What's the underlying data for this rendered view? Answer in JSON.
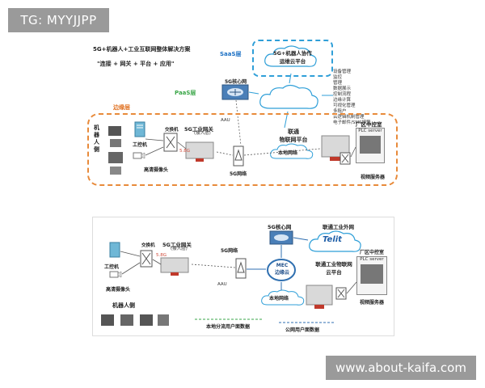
{
  "watermarks": {
    "top": "TG: MYYJJPP",
    "bottom": "www.about-kaifa.com"
  },
  "diagram1": {
    "title": "5G+机器人+工业互联网整体解决方案",
    "subtitle": "\"连接 + 网关 + 平台 + 应用\"",
    "saas_label": "SaaS层",
    "paas_label": "PaaS层",
    "edge_label": "边缘层",
    "saas_platform": "5G+机器人协作\n运维云平台",
    "core_network": "5G核心网",
    "features": [
      "设备管理",
      "监控",
      "管理",
      "数据展示",
      "控制流程",
      "边缘计算",
      "可视化管理",
      "多租户",
      "云逻辑机制管理",
      "电子邮件/SMS报警"
    ],
    "robot_side": "机器人侧",
    "ipc": "工控机",
    "switch": "交换机",
    "gateway": "5G工业网关",
    "gateway_sub": "(接入层)",
    "camera": "高清摄像头",
    "aau": "AAU",
    "5g_network": "5G网络",
    "iot_platform": "联通\n物联网平台",
    "local_network": "本地网络",
    "plant_control": "厂区中控室",
    "plc_server": "PLC server",
    "video_server": "视频服务器",
    "link_label": "5.8G"
  },
  "diagram2": {
    "core_network": "5G核心网",
    "external_network": "联通工业外网",
    "telit": "Telit",
    "ipc": "工控机",
    "switch": "交换机",
    "gateway": "5G工业网关",
    "gateway_sub": "(接入层)",
    "5g_network": "5G网络",
    "camera": "高清摄像头",
    "mec": "MEC\n边缘云",
    "iot_platform": "联通工业物联网\n云平台",
    "plant_control": "厂区中控室",
    "plc_server": "PLC server",
    "local_network": "本地网络",
    "video_server": "视频服务器",
    "robot_side": "机器人侧",
    "aau": "AAU",
    "local_offload": "本地分流用户面数据",
    "public_user": "公网用户面数据",
    "link_label": "5.8G"
  }
}
